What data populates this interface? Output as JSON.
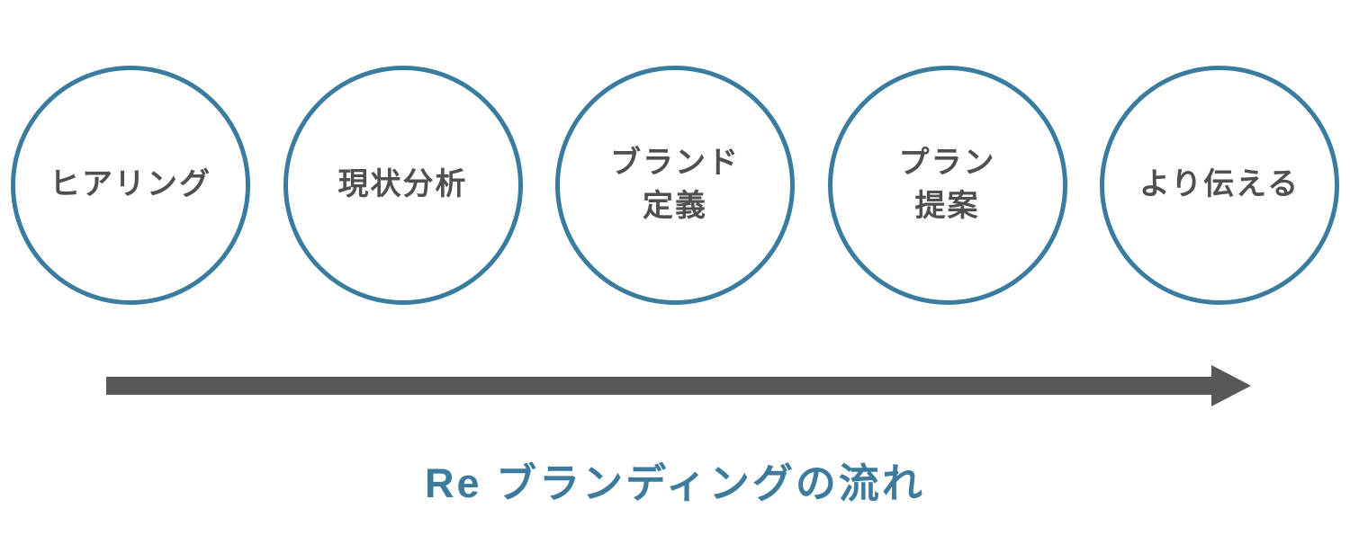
{
  "diagram": {
    "title": "Re ブランディングの流れ",
    "steps": [
      {
        "label": "ヒアリング"
      },
      {
        "label": "現状分析"
      },
      {
        "label": "ブランド\n定義"
      },
      {
        "label": "プラン\n提案"
      },
      {
        "label": "より伝える"
      }
    ],
    "arrow_direction": "right",
    "colors": {
      "circle_border": "#3a7ca0",
      "step_text": "#514e4e",
      "arrow": "#595757",
      "title_text": "#3c7b9d",
      "background": "#ffffff"
    }
  }
}
